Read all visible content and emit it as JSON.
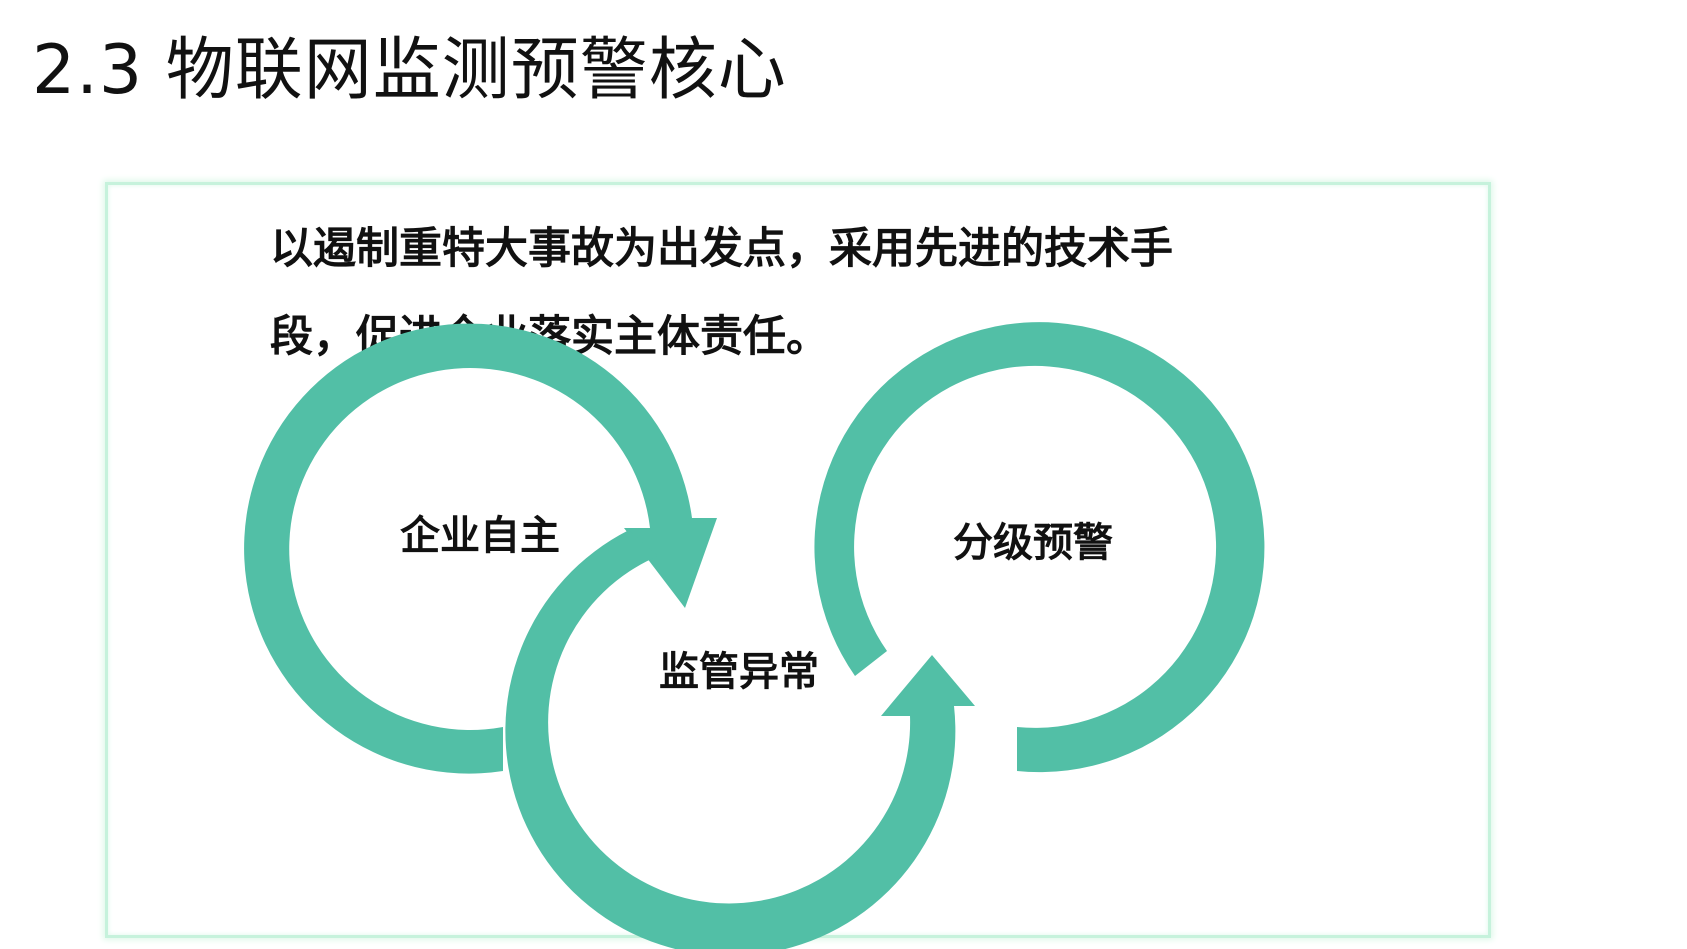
{
  "slide": {
    "title": "2.3 物联网监测预警核心",
    "intro_line1": "以遏制重特大事故为出发点，采用先进的技术手",
    "intro_line2": "段，促进企业落实主体责任。"
  },
  "cycle": {
    "color": "#52bfa6",
    "stages": [
      {
        "label": "企业自主"
      },
      {
        "label": "监管异常"
      },
      {
        "label": "分级预警"
      }
    ]
  }
}
